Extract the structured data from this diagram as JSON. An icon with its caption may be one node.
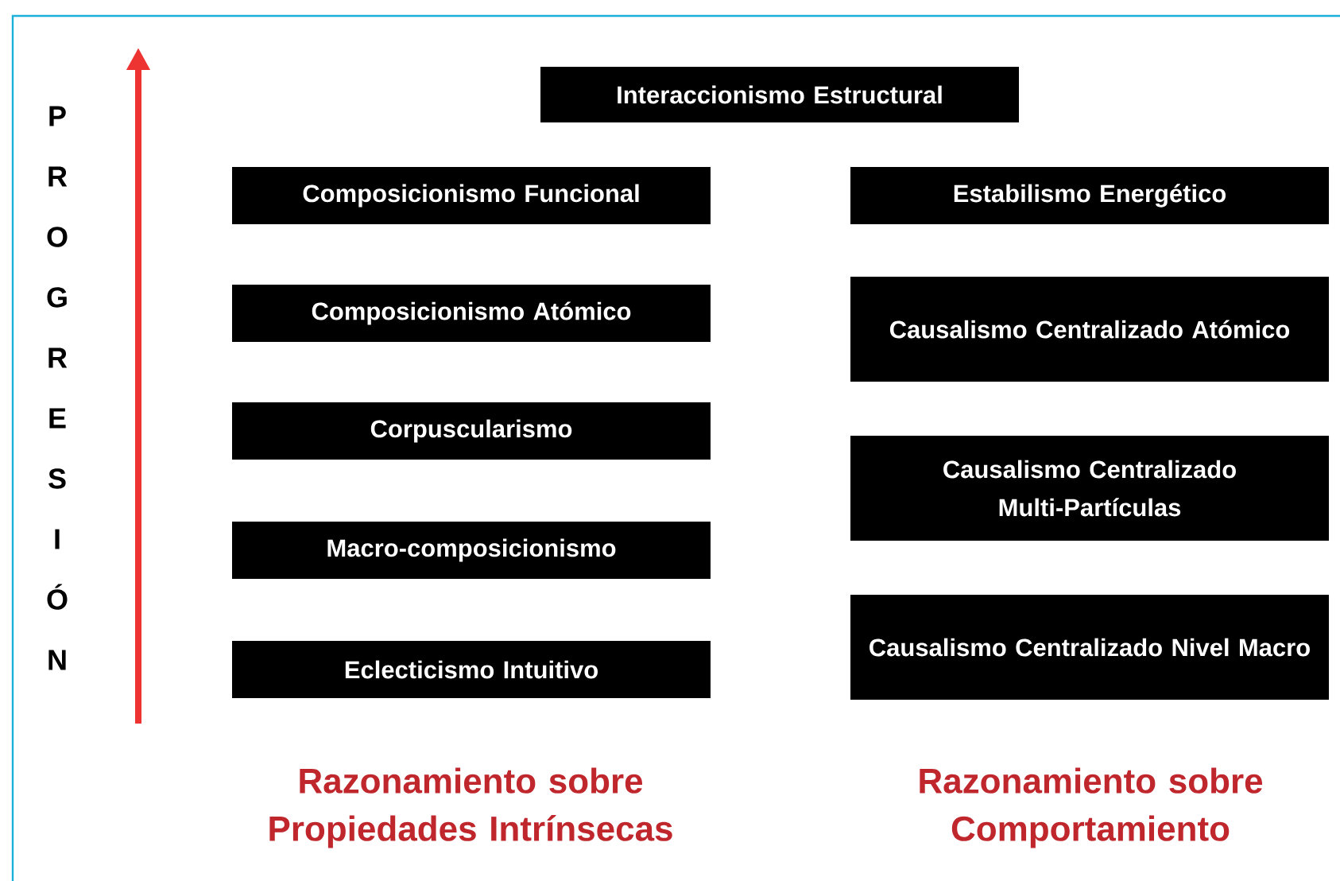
{
  "diagram": {
    "nodes": [
      {
        "text": [
          "Interaccionismo  Estructural"
        ]
      },
      {
        "text": [
          "Composicionismo Funcional"
        ]
      },
      {
        "text": [
          "Composicionismo Atómico"
        ]
      },
      {
        "text": [
          "Corpuscularismo"
        ]
      },
      {
        "text": [
          "Macro-composicionismo"
        ]
      },
      {
        "text": [
          "Eclecticismo Intuitivo"
        ]
      },
      {
        "text": [
          "Estabilismo Energético"
        ]
      },
      {
        "text": [
          "Causalismo Centralizado Atómico"
        ]
      },
      {
        "text": [
          "Causalismo Centralizado Multi-Partículas"
        ]
      },
      {
        "text": [
          "Causalismo Centralizado Nivel Macro"
        ]
      }
    ],
    "labels": [
      "P R O G R E S I Ó N",
      "Razonamiento sobre Propiedades Intrínsecas",
      "Razonamiento sobre Comportamiento"
    ]
  }
}
